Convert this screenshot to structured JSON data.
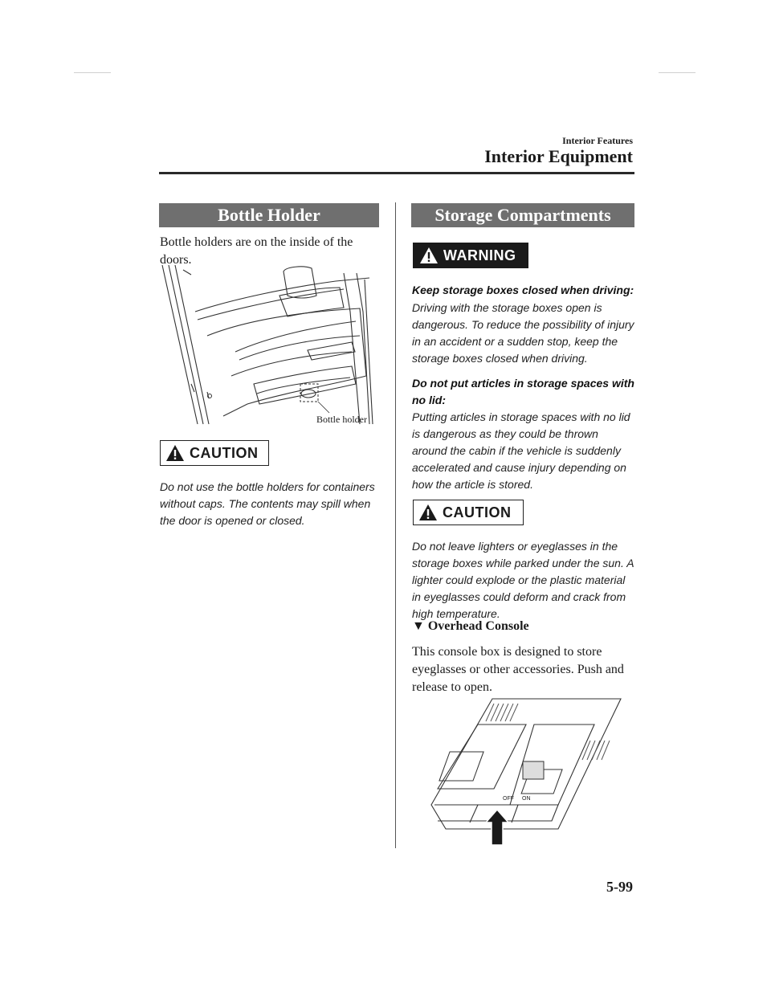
{
  "header": {
    "section": "Interior Features",
    "title": "Interior Equipment"
  },
  "bottle_holder": {
    "heading": "Bottle Holder",
    "intro": "Bottle holders are on the inside of the doors.",
    "figure_label": "Bottle holder",
    "caution_label": "CAUTION",
    "caution_text": "Do not use the bottle holders for containers without caps. The contents may spill when the door is opened or closed."
  },
  "storage": {
    "heading": "Storage Compartments",
    "warning_label": "WARNING",
    "warning_title_1": "Keep storage boxes closed when driving:",
    "warning_text_1": "Driving with the storage boxes open is dangerous. To reduce the possibility of injury in an accident or a sudden stop, keep the storage boxes closed when driving.",
    "warning_title_2": "Do not put articles in storage spaces with no lid:",
    "warning_text_2": "Putting articles in storage spaces with no lid is dangerous as they could be thrown around the cabin if the vehicle is suddenly accelerated and cause injury depending on how the article is stored.",
    "caution_label": "CAUTION",
    "caution_text": "Do not leave lighters or eyeglasses in the storage boxes while parked under the sun. A lighter could explode or the plastic material in eyeglasses could deform and crack from high temperature.",
    "subheading": "▼ Overhead Console",
    "console_text": "This console box is designed to store eyeglasses or other accessories. Push and release to open.",
    "console_switch_off": "OFF",
    "console_switch_on": "ON"
  },
  "page_number": "5-99"
}
